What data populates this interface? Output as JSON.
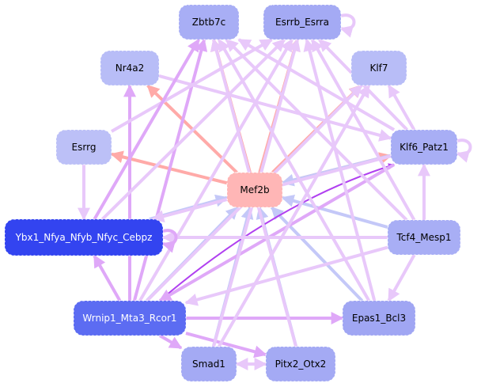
{
  "diagram": {
    "type": "network",
    "nodes": [
      {
        "id": "Zbtb7c",
        "label": "Zbtb7c",
        "fill": "#a8aef5",
        "text": "#000000"
      },
      {
        "id": "Esrrb_Esrra",
        "label": "Esrrb_Esrra",
        "fill": "#a4aaf4",
        "text": "#000000"
      },
      {
        "id": "Nr4a2",
        "label": "Nr4a2",
        "fill": "#b8bdf7",
        "text": "#000000"
      },
      {
        "id": "Klf7",
        "label": "Klf7",
        "fill": "#b8bdf7",
        "text": "#000000"
      },
      {
        "id": "Esrrg",
        "label": "Esrrg",
        "fill": "#bcc0f7",
        "text": "#000000"
      },
      {
        "id": "Klf6_Patz1",
        "label": "Klf6_Patz1",
        "fill": "#a8aef5",
        "text": "#000000"
      },
      {
        "id": "Mef2b",
        "label": "Mef2b",
        "fill": "#ffb6b6",
        "text": "#000000"
      },
      {
        "id": "Ybx1_Nfya_Nfyb_Nfyc_Cebpz",
        "label": "Ybx1_Nfya_Nfyb_Nfyc_Cebpz",
        "fill": "#3344f0",
        "text": "#ffffff"
      },
      {
        "id": "Tcf4_Mesp1",
        "label": "Tcf4_Mesp1",
        "fill": "#a8aef5",
        "text": "#000000"
      },
      {
        "id": "Wrnip1_Mta3_Rcor1",
        "label": "Wrnip1_Mta3_Rcor1",
        "fill": "#5c6cf2",
        "text": "#ffffff"
      },
      {
        "id": "Epas1_Bcl3",
        "label": "Epas1_Bcl3",
        "fill": "#a0a6f3",
        "text": "#000000"
      },
      {
        "id": "Smad1",
        "label": "Smad1",
        "fill": "#a4aaf4",
        "text": "#000000"
      },
      {
        "id": "Pitx2_Otx2",
        "label": "Pitx2_Otx2",
        "fill": "#a4aaf4",
        "text": "#000000"
      }
    ],
    "edge_colors": {
      "red": "#ffaaa8",
      "lavender": "#e8c8fa",
      "violet": "#dfa8f8",
      "blue": "#c4c8f8",
      "purple": "#b040f0"
    },
    "edges": [
      {
        "from": "Mef2b",
        "to": "Zbtb7c",
        "color": "red"
      },
      {
        "from": "Mef2b",
        "to": "Esrrb_Esrra",
        "color": "red"
      },
      {
        "from": "Mef2b",
        "to": "Nr4a2",
        "color": "red"
      },
      {
        "from": "Mef2b",
        "to": "Esrrg",
        "color": "red"
      },
      {
        "from": "Mef2b",
        "to": "Klf6_Patz1",
        "color": "red"
      },
      {
        "from": "Mef2b",
        "to": "Klf7",
        "color": "red"
      },
      {
        "from": "Klf6_Patz1",
        "to": "Mef2b",
        "color": "blue"
      },
      {
        "from": "Tcf4_Mesp1",
        "to": "Mef2b",
        "color": "blue"
      },
      {
        "from": "Ybx1_Nfya_Nfyb_Nfyc_Cebpz",
        "to": "Mef2b",
        "color": "blue"
      },
      {
        "from": "Wrnip1_Mta3_Rcor1",
        "to": "Mef2b",
        "color": "blue"
      },
      {
        "from": "Smad1",
        "to": "Mef2b",
        "color": "blue"
      },
      {
        "from": "Pitx2_Otx2",
        "to": "Mef2b",
        "color": "blue"
      },
      {
        "from": "Epas1_Bcl3",
        "to": "Mef2b",
        "color": "blue"
      },
      {
        "from": "Wrnip1_Mta3_Rcor1",
        "to": "Klf6_Patz1",
        "color": "purple"
      },
      {
        "from": "Wrnip1_Mta3_Rcor1",
        "to": "Epas1_Bcl3",
        "color": "violet"
      },
      {
        "from": "Wrnip1_Mta3_Rcor1",
        "to": "Ybx1_Nfya_Nfyb_Nfyc_Cebpz",
        "color": "violet"
      },
      {
        "from": "Wrnip1_Mta3_Rcor1",
        "to": "Nr4a2",
        "color": "violet"
      },
      {
        "from": "Wrnip1_Mta3_Rcor1",
        "to": "Zbtb7c",
        "color": "violet"
      },
      {
        "from": "Wrnip1_Mta3_Rcor1",
        "to": "Smad1",
        "color": "violet"
      },
      {
        "from": "Wrnip1_Mta3_Rcor1",
        "to": "Pitx2_Otx2",
        "color": "violet"
      },
      {
        "from": "Wrnip1_Mta3_Rcor1",
        "to": "Esrrb_Esrra",
        "color": "lavender"
      },
      {
        "from": "Wrnip1_Mta3_Rcor1",
        "to": "Klf7",
        "color": "lavender"
      },
      {
        "from": "Klf6_Patz1",
        "to": "Wrnip1_Mta3_Rcor1",
        "color": "violet"
      },
      {
        "from": "Tcf4_Mesp1",
        "to": "Wrnip1_Mta3_Rcor1",
        "color": "lavender"
      },
      {
        "from": "Tcf4_Mesp1",
        "to": "Klf6_Patz1",
        "color": "lavender"
      },
      {
        "from": "Tcf4_Mesp1",
        "to": "Epas1_Bcl3",
        "color": "lavender"
      },
      {
        "from": "Tcf4_Mesp1",
        "to": "Ybx1_Nfya_Nfyb_Nfyc_Cebpz",
        "color": "lavender"
      },
      {
        "from": "Tcf4_Mesp1",
        "to": "Esrrb_Esrra",
        "color": "lavender"
      },
      {
        "from": "Tcf4_Mesp1",
        "to": "Zbtb7c",
        "color": "lavender"
      },
      {
        "from": "Klf6_Patz1",
        "to": "Klf7",
        "color": "lavender"
      },
      {
        "from": "Klf6_Patz1",
        "to": "Esrrb_Esrra",
        "color": "lavender"
      },
      {
        "from": "Klf6_Patz1",
        "to": "Zbtb7c",
        "color": "lavender"
      },
      {
        "from": "Klf6_Patz1",
        "to": "Ybx1_Nfya_Nfyb_Nfyc_Cebpz",
        "color": "lavender"
      },
      {
        "from": "Klf6_Patz1",
        "to": "Klf6_Patz1",
        "color": "lavender"
      },
      {
        "from": "Esrrb_Esrra",
        "to": "Esrrb_Esrra",
        "color": "lavender"
      },
      {
        "from": "Ybx1_Nfya_Nfyb_Nfyc_Cebpz",
        "to": "Ybx1_Nfya_Nfyb_Nfyc_Cebpz",
        "color": "violet"
      },
      {
        "from": "Esrrg",
        "to": "Esrrb_Esrra",
        "color": "lavender"
      },
      {
        "from": "Esrrg",
        "to": "Ybx1_Nfya_Nfyb_Nfyc_Cebpz",
        "color": "lavender"
      },
      {
        "from": "Nr4a2",
        "to": "Klf6_Patz1",
        "color": "lavender"
      },
      {
        "from": "Epas1_Bcl3",
        "to": "Esrrb_Esrra",
        "color": "lavender"
      },
      {
        "from": "Epas1_Bcl3",
        "to": "Zbtb7c",
        "color": "lavender"
      },
      {
        "from": "Smad1",
        "to": "Pitx2_Otx2",
        "color": "lavender"
      },
      {
        "from": "Pitx2_Otx2",
        "to": "Smad1",
        "color": "lavender"
      },
      {
        "from": "Smad1",
        "to": "Esrrb_Esrra",
        "color": "lavender"
      },
      {
        "from": "Smad1",
        "to": "Klf7",
        "color": "lavender"
      },
      {
        "from": "Pitx2_Otx2",
        "to": "Zbtb7c",
        "color": "lavender"
      },
      {
        "from": "Ybx1_Nfya_Nfyb_Nfyc_Cebpz",
        "to": "Esrrb_Esrra",
        "color": "lavender"
      },
      {
        "from": "Ybx1_Nfya_Nfyb_Nfyc_Cebpz",
        "to": "Zbtb7c",
        "color": "violet"
      }
    ]
  }
}
